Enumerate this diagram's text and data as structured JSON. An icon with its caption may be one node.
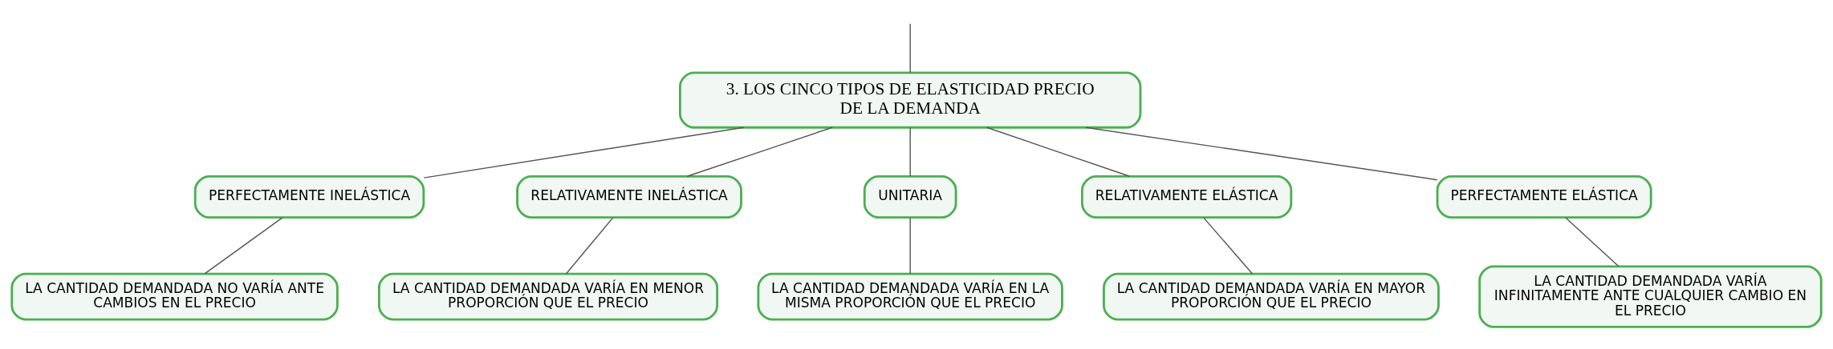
{
  "diagram": {
    "nodes": [
      {
        "text": [
          "3. LOS CINCO TIPOS DE ELASTICIDAD PRECIO DE LA DEMANDA"
        ]
      },
      {
        "text": [
          "PERFECTAMENTE INELÁSTICA"
        ]
      },
      {
        "text": [
          "RELATIVAMENTE INELÁSTICA"
        ]
      },
      {
        "text": [
          "UNITARIA"
        ]
      },
      {
        "text": [
          "RELATIVAMENTE ELÁSTICA"
        ]
      },
      {
        "text": [
          "PERFECTAMENTE ELÁSTICA"
        ]
      },
      {
        "text": [
          "LA CANTIDAD DEMANDADA NO VARÍA ANTE CAMBIOS EN EL PRECIO"
        ]
      },
      {
        "text": [
          "LA CANTIDAD DEMANDADA VARÍA EN MENOR PROPORCIÓN QUE EL PRECIO"
        ]
      },
      {
        "text": [
          "LA CANTIDAD DEMANDADA VARÍA EN LA MISMA PROPORCIÓN QUE EL PRECIO"
        ]
      },
      {
        "text": [
          "LA CANTIDAD DEMANDADA VARÍA EN MAYOR PROPORCIÓN QUE EL PRECIO"
        ]
      },
      {
        "text": [
          "LA CANTIDAD DEMANDADA VARÍA INFINITAMENTE ANTE CUALQUIER CAMBIO EN EL PRECIO"
        ]
      }
    ],
    "edges": [
      {
        "from": null,
        "to": 0,
        "arrow": "none"
      },
      {
        "from": 0,
        "to": 1,
        "arrow": "none"
      },
      {
        "from": 0,
        "to": 2,
        "arrow": "none"
      },
      {
        "from": 0,
        "to": 3,
        "arrow": "none"
      },
      {
        "from": 0,
        "to": 4,
        "arrow": "none"
      },
      {
        "from": 0,
        "to": 5,
        "arrow": "none"
      },
      {
        "from": 1,
        "to": 6,
        "arrow": "none"
      },
      {
        "from": 2,
        "to": 7,
        "arrow": "none"
      },
      {
        "from": 3,
        "to": 8,
        "arrow": "none"
      },
      {
        "from": 4,
        "to": 9,
        "arrow": "none"
      },
      {
        "from": 5,
        "to": 10,
        "arrow": "none"
      }
    ]
  }
}
